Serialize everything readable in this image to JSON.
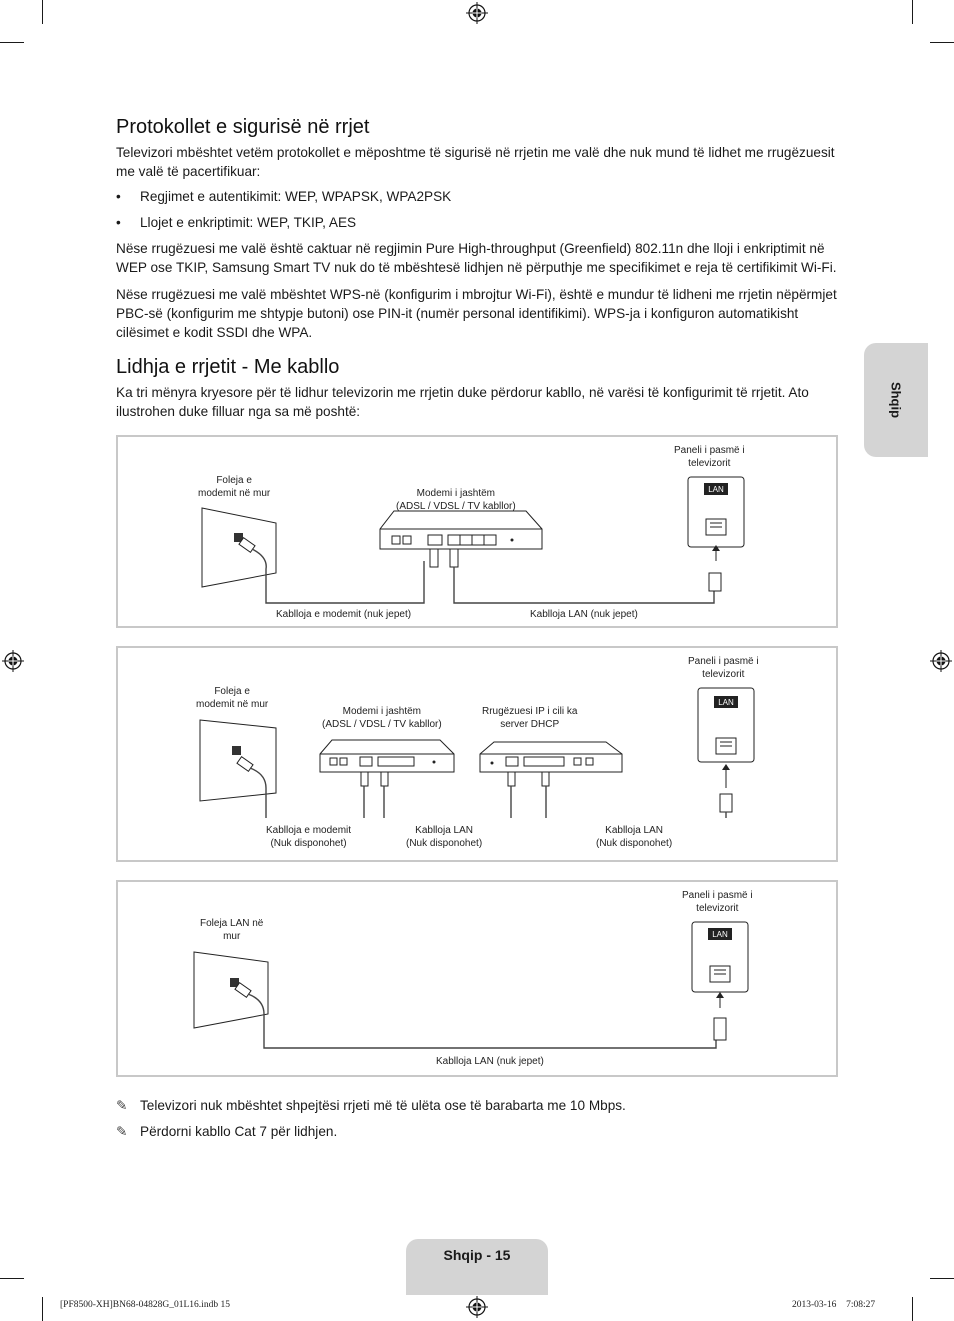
{
  "section1": {
    "title": "Protokollet e sigurisë në rrjet",
    "intro": "Televizori mbështet vetëm protokollet e mëposhtme të sigurisë në rrjetin me valë dhe nuk mund të lidhet me rrugëzuesit me valë të pacertifikuar:",
    "bullets": [
      "Regjimet e autentikimit: WEP, WPAPSK, WPA2PSK",
      "Llojet e enkriptimit: WEP, TKIP, AES"
    ],
    "para2": "Nëse rrugëzuesi me valë është caktuar në regjimin Pure High-throughput (Greenfield) 802.11n dhe lloji i enkriptimit në WEP ose TKIP, Samsung Smart TV nuk do të mbështesë lidhjen në përputhje me specifikimet e reja të certifikimit Wi-Fi.",
    "para3": "Nëse rrugëzuesi me valë mbështet WPS-në (konfigurim i mbrojtur Wi-Fi), është e mundur të lidheni me rrjetin nëpërmjet PBC-së (konfigurim me shtypje butoni) ose PIN-it (numër personal identifikimi). WPS-ja i konfiguron automatikisht cilësimet e kodit SSDI dhe WPA."
  },
  "section2": {
    "title": "Lidhja e rrjetit - Me kabllo",
    "intro": "Ka tri mënyra kryesore për të lidhur televizorin me rrjetin duke përdorur kabllo, në varësi të konfigurimit të rrjetit. Ato ilustrohen duke filluar nga sa më poshtë:"
  },
  "diagram1": {
    "wall_label": "Foleja e\nmodemit në mur",
    "modem_label": "Modemi i jashtëm\n(ADSL / VDSL / TV kabllor)",
    "tv_panel_label": "Paneli i pasmë i\ntelevizorit",
    "lan_tag": "LAN",
    "cable1_label": "Kablloja e modemit (nuk jepet)",
    "cable2_label": "Kablloja LAN (nuk jepet)"
  },
  "diagram2": {
    "wall_label": "Foleja e\nmodemit në mur",
    "modem_label": "Modemi i jashtëm\n(ADSL / VDSL / TV kabllor)",
    "router_label": "Rrugëzuesi IP i cili ka\nserver DHCP",
    "tv_panel_label": "Paneli i pasmë i\ntelevizorit",
    "lan_tag": "LAN",
    "cable1_label": "Kablloja e modemit\n(Nuk disponohet)",
    "cable2_label": "Kablloja LAN\n(Nuk disponohet)",
    "cable3_label": "Kablloja LAN\n(Nuk disponohet)"
  },
  "diagram3": {
    "wall_label": "Foleja LAN në\nmur",
    "tv_panel_label": "Paneli i pasmë i\ntelevizorit",
    "lan_tag": "LAN",
    "cable_label": "Kablloja LAN (nuk jepet)"
  },
  "notes": [
    "Televizori nuk mbështet shpejtësi rrjeti më të ulëta ose të barabarta me 10 Mbps.",
    "Përdorni kabllo Cat 7 për lidhjen."
  ],
  "side_tab": "Shqip",
  "page_label": "Shqip - 15",
  "footer": {
    "left": "[PF8500-XH]BN68-04828G_01L16.indb   15",
    "right": "2013-03-16   ￿7:08:27"
  }
}
